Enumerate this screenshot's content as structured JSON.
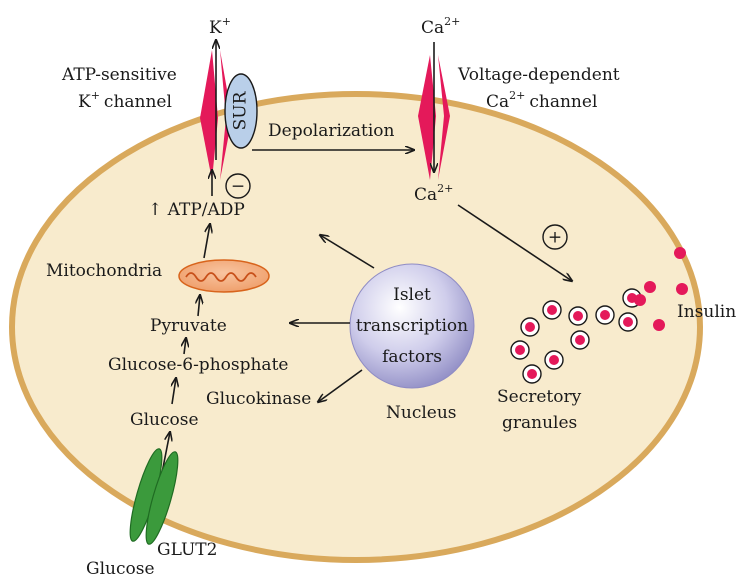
{
  "labels": {
    "k_ion": "K",
    "k_charge": "+",
    "ca_ion_top": "Ca",
    "ca_charge_top": "2+",
    "atp_channel_line1": "ATP-sensitive",
    "atp_channel_line2_k": "K",
    "atp_channel_line2_charge": "+",
    "atp_channel_line2_rest": "channel",
    "vd_channel_line1": "Voltage-dependent",
    "vd_channel_line2_ca": "Ca",
    "vd_channel_line2_charge": "2+",
    "vd_channel_line2_rest": "channel",
    "sur": "SUR",
    "depolarization": "Depolarization",
    "ca_ion_inside": "Ca",
    "ca_charge_inside": "2+",
    "inhibit_symbol": "−",
    "stimulate_symbol": "+",
    "atp_adp": "↑ ATP/ADP",
    "mitochondria": "Mitochondria",
    "pyruvate": "Pyruvate",
    "glucose_6_phosphate": "Glucose-6-phosphate",
    "glucokinase": "Glucokinase",
    "glucose_inside": "Glucose",
    "glucose_outside": "Glucose",
    "glut2": "GLUT2",
    "nucleus": "Nucleus",
    "islet_line1": "Islet",
    "islet_line2": "transcription",
    "islet_line3": "factors",
    "secretory_line1": "Secretory",
    "secretory_line2": "granules",
    "insulin": "Insulin"
  },
  "colors": {
    "cell_fill": "#f8ebcd",
    "cell_border": "#d9a95c",
    "channel": "#e4195a",
    "sur_fill": "#b9cfe9",
    "mito_fill": "#f2a77a",
    "mito_stroke": "#d8641c",
    "nucleus_fill": "#c9c6e6",
    "glut2": "#3b9a3c",
    "granule": "#e4195a"
  }
}
